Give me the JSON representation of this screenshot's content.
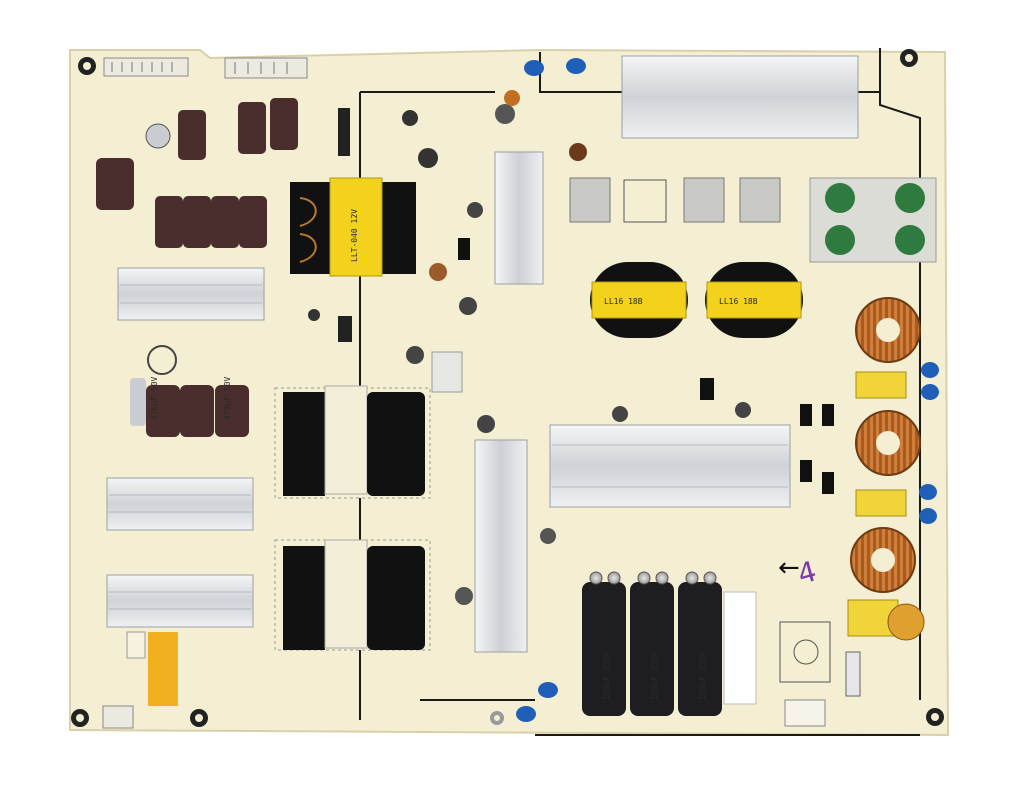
{
  "photo": {
    "board_color": "#f4eed2",
    "capacitor_color": "#4a2e2e",
    "capacitor_large_color": "#1e1e22",
    "transformer_core_color": "#111111",
    "bobbin_color": "#f2d21a",
    "heatsink_color": "#d8dadd",
    "varistor_color": "#2f7a3e",
    "y_cap_color": "#1f5fb8",
    "copper_color": "#b86a2a",
    "filter_cap_color": "#f1d33a"
  },
  "board_text": {
    "cap_label": "470µF 50V",
    "hv_cap_label": "100µF 450V",
    "trafo_label": "LLT-040 12V",
    "pfc_label": "LL16 18B",
    "arrow_mark": "←",
    "handwritten_mark": "4"
  }
}
